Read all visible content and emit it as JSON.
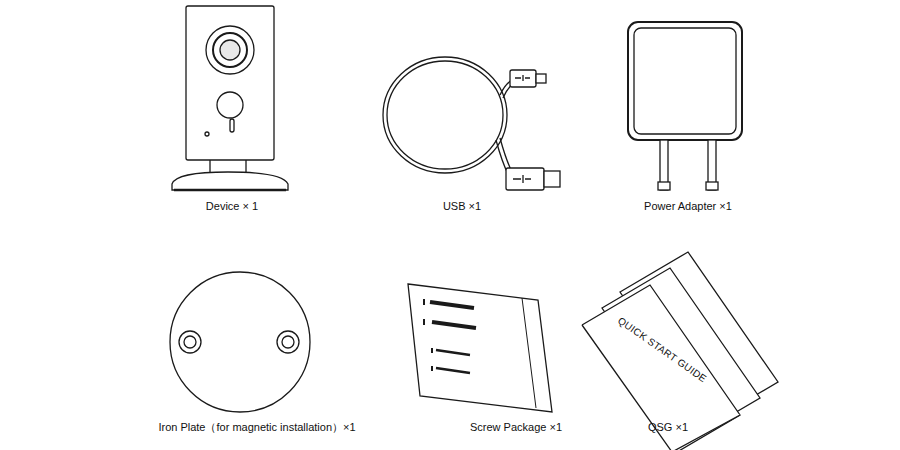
{
  "diagram": {
    "labels": [
      "Device × 1",
      "USB ×1",
      "Power Adapter ×1",
      "Iron Plate（for magnetic installation）×1",
      "Screw Package ×1",
      "QSG ×1",
      "QUICK START GUIDE"
    ]
  }
}
